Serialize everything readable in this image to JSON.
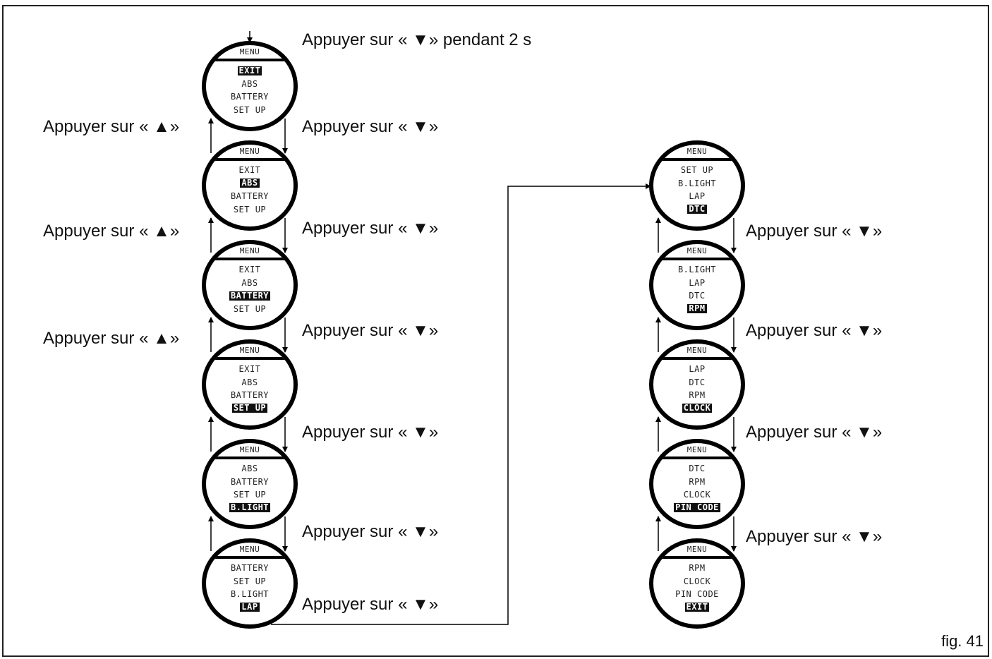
{
  "figure_label": "fig. 41",
  "dial_title": "MENU",
  "labels": {
    "hold_down_2s": "Appuyer sur « ▼» pendant 2 s",
    "press_down": "Appuyer sur « ▼»",
    "press_up": "Appuyer sur « ▲»"
  },
  "left_column": [
    {
      "items": [
        "EXIT",
        "ABS",
        "BATTERY",
        "SET UP"
      ],
      "selected": 0
    },
    {
      "items": [
        "EXIT",
        "ABS",
        "BATTERY",
        "SET UP"
      ],
      "selected": 1
    },
    {
      "items": [
        "EXIT",
        "ABS",
        "BATTERY",
        "SET UP"
      ],
      "selected": 2
    },
    {
      "items": [
        "EXIT",
        "ABS",
        "BATTERY",
        "SET UP"
      ],
      "selected": 3
    },
    {
      "items": [
        "ABS",
        "BATTERY",
        "SET UP",
        "B.LIGHT"
      ],
      "selected": 3
    },
    {
      "items": [
        "BATTERY",
        "SET UP",
        "B.LIGHT",
        "LAP"
      ],
      "selected": 3
    }
  ],
  "right_column": [
    {
      "items": [
        "SET UP",
        "B.LIGHT",
        "LAP",
        "DTC"
      ],
      "selected": 3
    },
    {
      "items": [
        "B.LIGHT",
        "LAP",
        "DTC",
        "RPM"
      ],
      "selected": 3
    },
    {
      "items": [
        "LAP",
        "DTC",
        "RPM",
        "CLOCK"
      ],
      "selected": 3
    },
    {
      "items": [
        "DTC",
        "RPM",
        "CLOCK",
        "PIN CODE"
      ],
      "selected": 3
    },
    {
      "items": [
        "RPM",
        "CLOCK",
        "PIN CODE",
        "EXIT"
      ],
      "selected": 3
    }
  ]
}
